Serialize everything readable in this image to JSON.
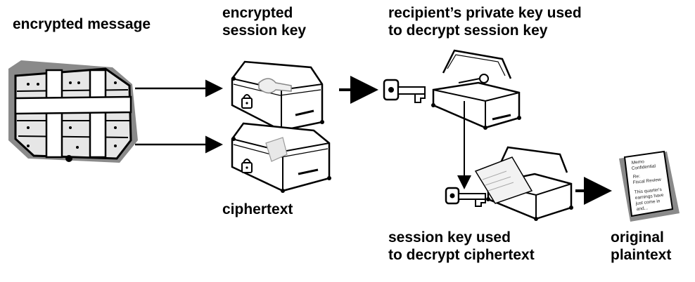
{
  "labels": {
    "encrypted_message": "encrypted message",
    "encrypted_session_key": [
      "encrypted",
      "session key"
    ],
    "recipient_private_key": [
      "recipient’s private key used",
      "to decrypt session key"
    ],
    "ciphertext": "ciphertext",
    "session_key_used": [
      "session key used",
      "to decrypt ciphertext"
    ],
    "original_plaintext": [
      "original",
      "plaintext"
    ]
  },
  "memo": {
    "lines": [
      "Memo",
      "Confidential",
      "Re:",
      "Fiscal Review",
      "This quarter's",
      "earnings have",
      "just come in",
      "and..."
    ]
  },
  "colors": {
    "ink": "#000000",
    "shadow": "#8a8a8a",
    "case_fill": "#ffffff",
    "bundle_fill": "#d9d9d9"
  }
}
